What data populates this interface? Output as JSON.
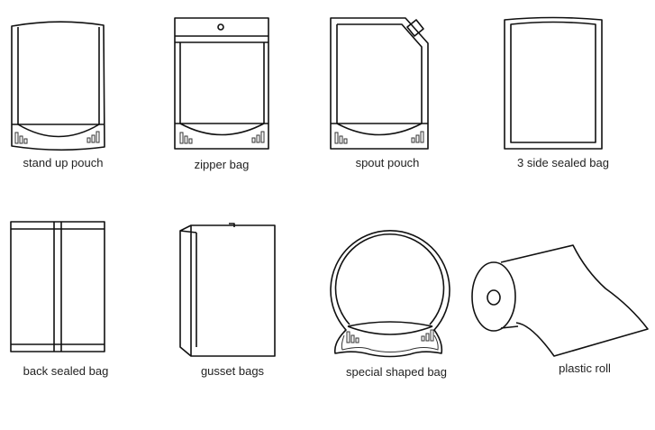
{
  "items": [
    {
      "label": "stand up pouch",
      "icon": "stand-up-pouch-icon"
    },
    {
      "label": "zipper bag",
      "icon": "zipper-bag-icon"
    },
    {
      "label": "spout pouch",
      "icon": "spout-pouch-icon"
    },
    {
      "label": "3 side sealed bag",
      "icon": "three-side-sealed-bag-icon"
    },
    {
      "label": "back sealed bag",
      "icon": "back-sealed-bag-icon"
    },
    {
      "label": "gusset bags",
      "icon": "gusset-bag-icon"
    },
    {
      "label": "special shaped bag",
      "icon": "special-shaped-bag-icon"
    },
    {
      "label": "plastic roll",
      "icon": "plastic-roll-icon"
    }
  ],
  "colors": {
    "line": "#111111",
    "background": "#ffffff"
  }
}
